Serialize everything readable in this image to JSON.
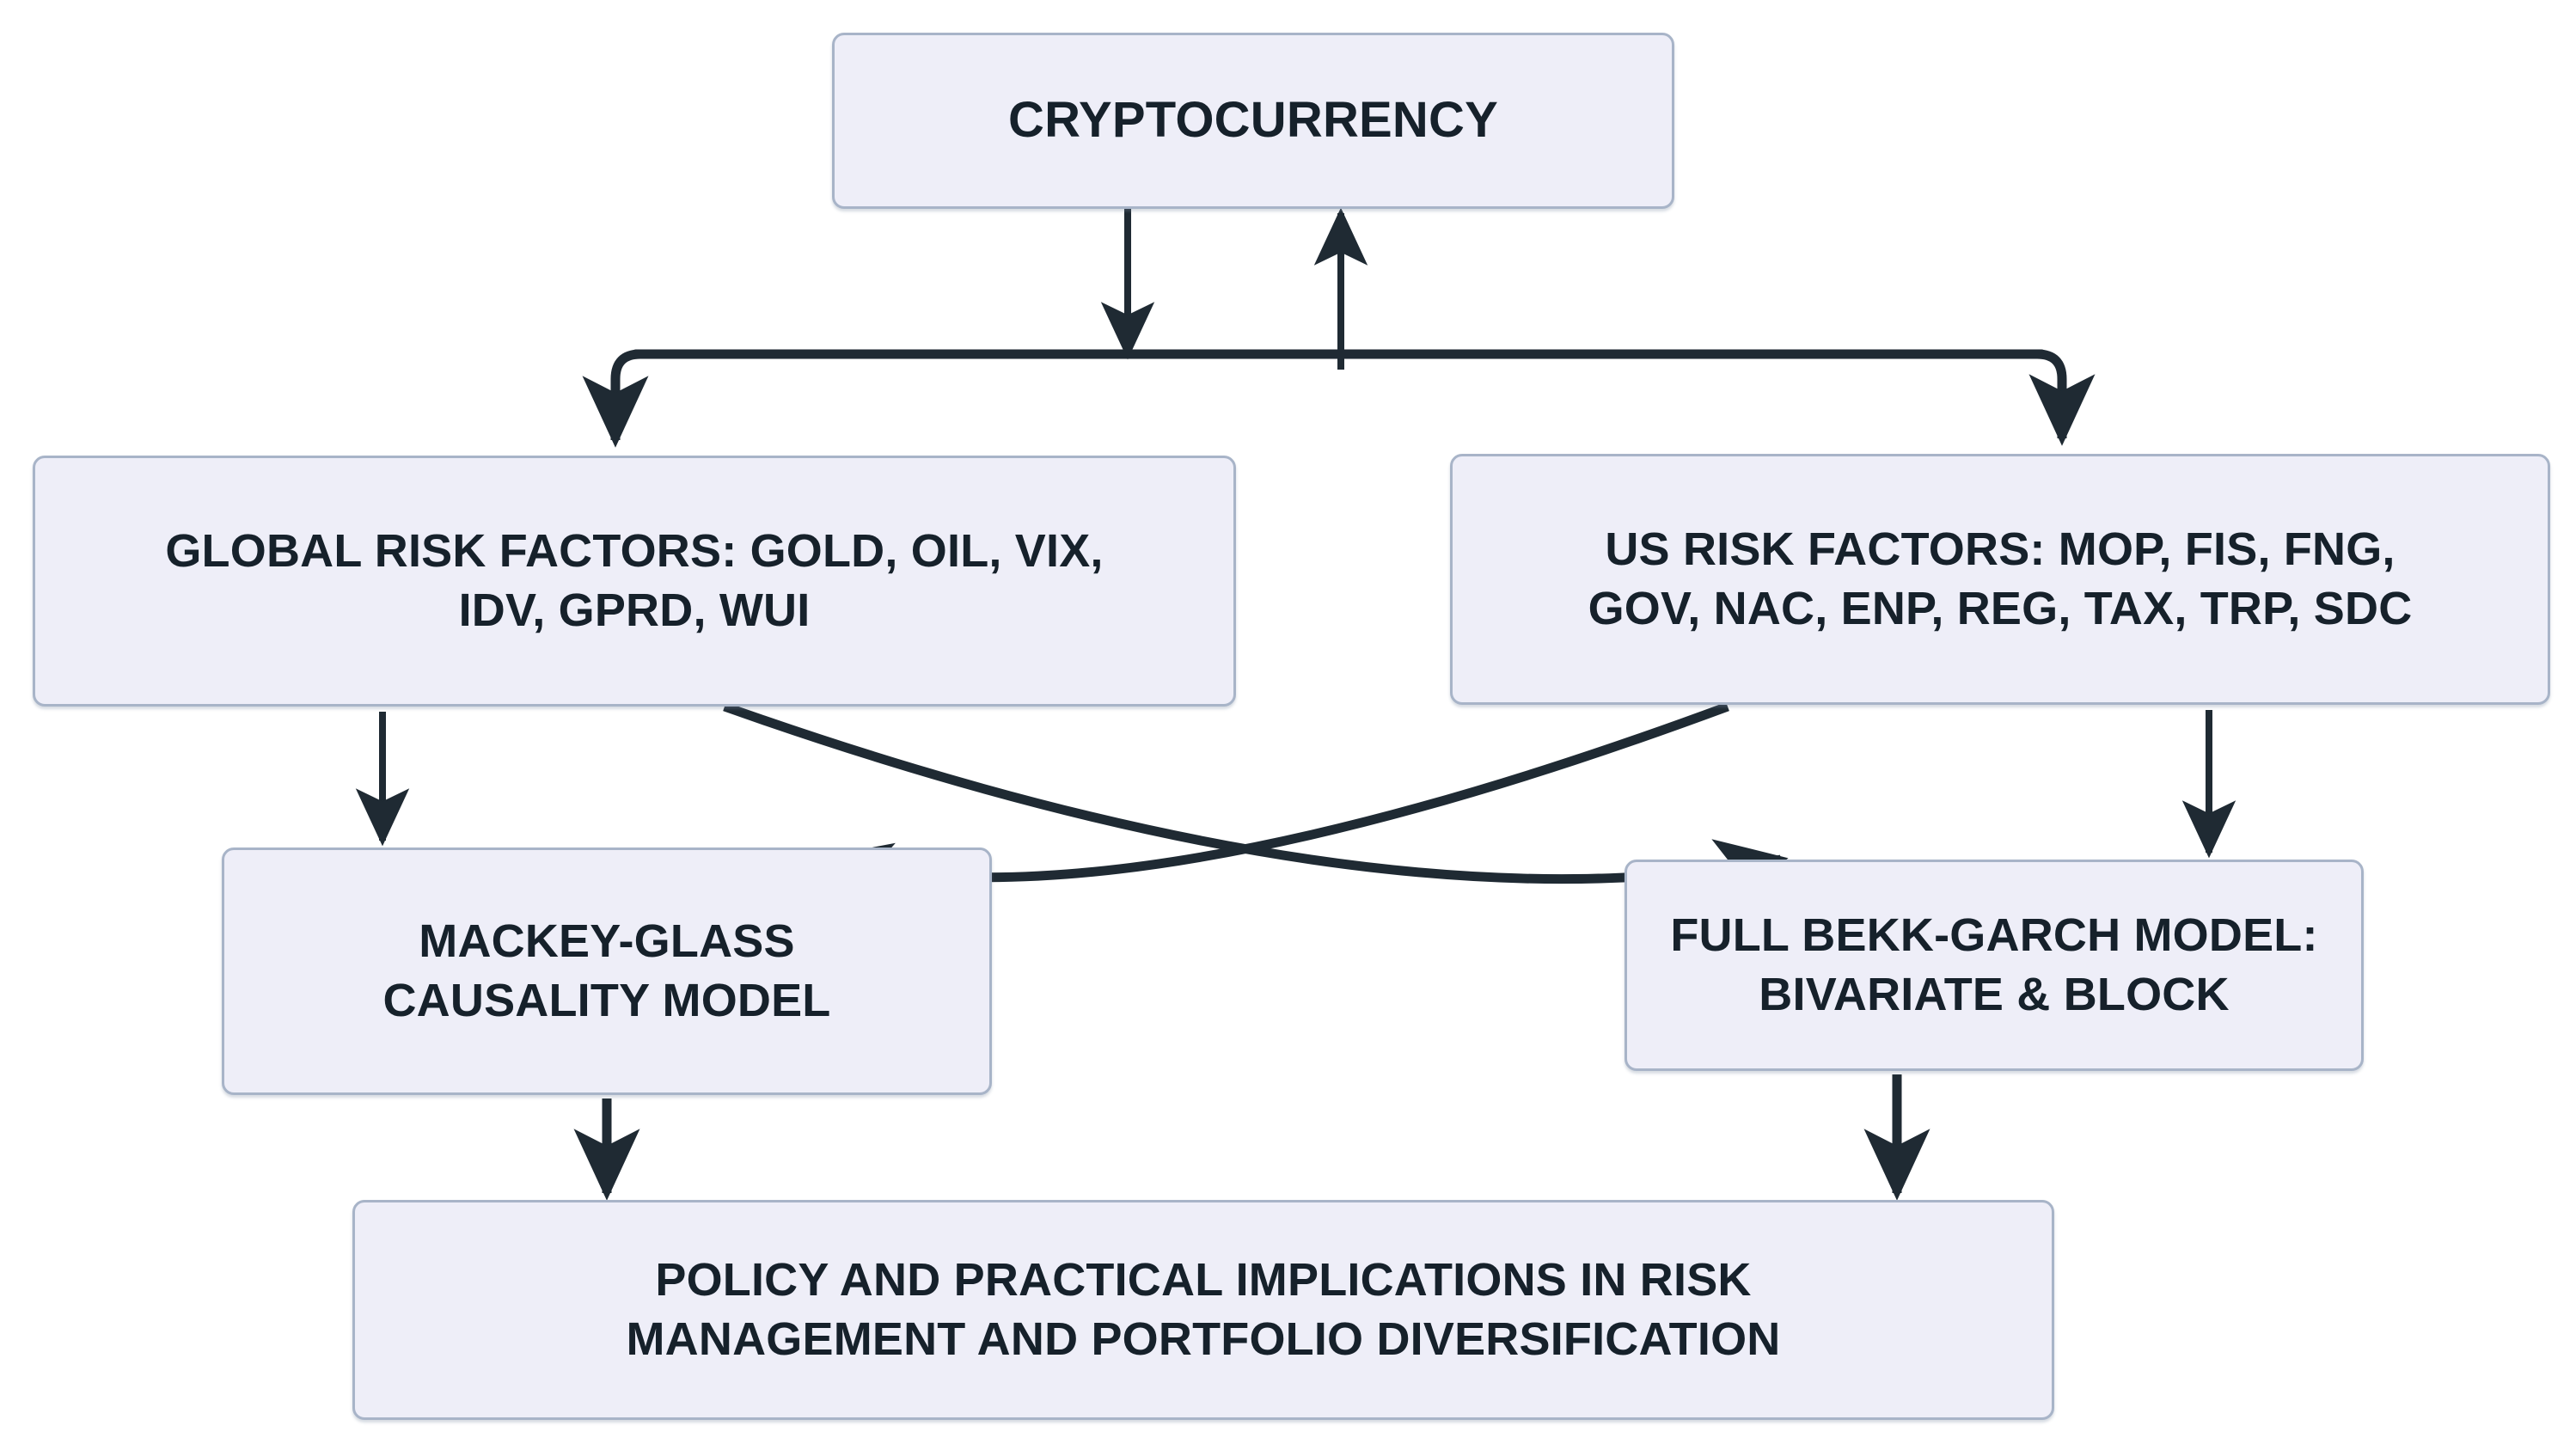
{
  "diagram": {
    "title": "Cryptocurrency risk-factor research framework",
    "type": "flowchart",
    "background_color": "#ffffff",
    "node_fill_color": "#eeeef8",
    "node_border_color": "#a8b4c8",
    "text_color": "#16212b",
    "connector_color": "#1f2a33"
  },
  "nodes": [
    {
      "id": "cryptocurrency",
      "label": "CRYPTOCURRENCY",
      "level": 1
    },
    {
      "id": "global_risk",
      "label": "GLOBAL RISK FACTORS: GOLD, OIL, VIX,\nIDV, GPRD, WUI",
      "level": 2,
      "factors": [
        "GOLD",
        "OIL",
        "VIX",
        "IDV",
        "GPRD",
        "WUI"
      ]
    },
    {
      "id": "us_risk",
      "label": "US RISK FACTORS: MOP, FIS, FNG,\nGOV, NAC, ENP, REG, TAX, TRP, SDC",
      "level": 2,
      "factors": [
        "MOP",
        "FIS",
        "FNG",
        "GOV",
        "NAC",
        "ENP",
        "REG",
        "TAX",
        "TRP",
        "SDC"
      ]
    },
    {
      "id": "mackey_glass",
      "label": "MACKEY-GLASS\nCAUSALITY MODEL",
      "level": 3
    },
    {
      "id": "bekk_garch",
      "label": "FULL BEKK-GARCH MODEL:\nBIVARIATE & BLOCK",
      "level": 3
    },
    {
      "id": "implications",
      "label": "POLICY AND PRACTICAL IMPLICATIONS IN RISK\nMANAGEMENT AND PORTFOLIO DIVERSIFICATION",
      "level": 4
    }
  ],
  "edges": [
    {
      "id": "crypto_to_bus",
      "from": "cryptocurrency",
      "to": "risk_bus",
      "direction": "down",
      "style": "straight-arrow"
    },
    {
      "id": "bus_to_crypto",
      "from": "risk_bus",
      "to": "cryptocurrency",
      "direction": "up",
      "style": "straight-arrow"
    },
    {
      "id": "bus_to_global",
      "from": "risk_bus",
      "to": "global_risk",
      "direction": "down",
      "style": "elbow-arrow"
    },
    {
      "id": "bus_to_us",
      "from": "risk_bus",
      "to": "us_risk",
      "direction": "down",
      "style": "elbow-arrow"
    },
    {
      "id": "global_to_mackey",
      "from": "global_risk",
      "to": "mackey_glass",
      "direction": "down",
      "style": "straight-arrow"
    },
    {
      "id": "global_to_bekk",
      "from": "global_risk",
      "to": "bekk_garch",
      "direction": "right",
      "style": "curved-arrow"
    },
    {
      "id": "us_to_mackey",
      "from": "us_risk",
      "to": "mackey_glass",
      "direction": "left",
      "style": "curved-arrow"
    },
    {
      "id": "us_to_bekk",
      "from": "us_risk",
      "to": "bekk_garch",
      "direction": "down",
      "style": "straight-arrow"
    },
    {
      "id": "mackey_to_policy",
      "from": "mackey_glass",
      "to": "implications",
      "direction": "down",
      "style": "straight-arrow"
    },
    {
      "id": "bekk_to_policy",
      "from": "bekk_garch",
      "to": "implications",
      "direction": "down",
      "style": "straight-arrow"
    }
  ]
}
